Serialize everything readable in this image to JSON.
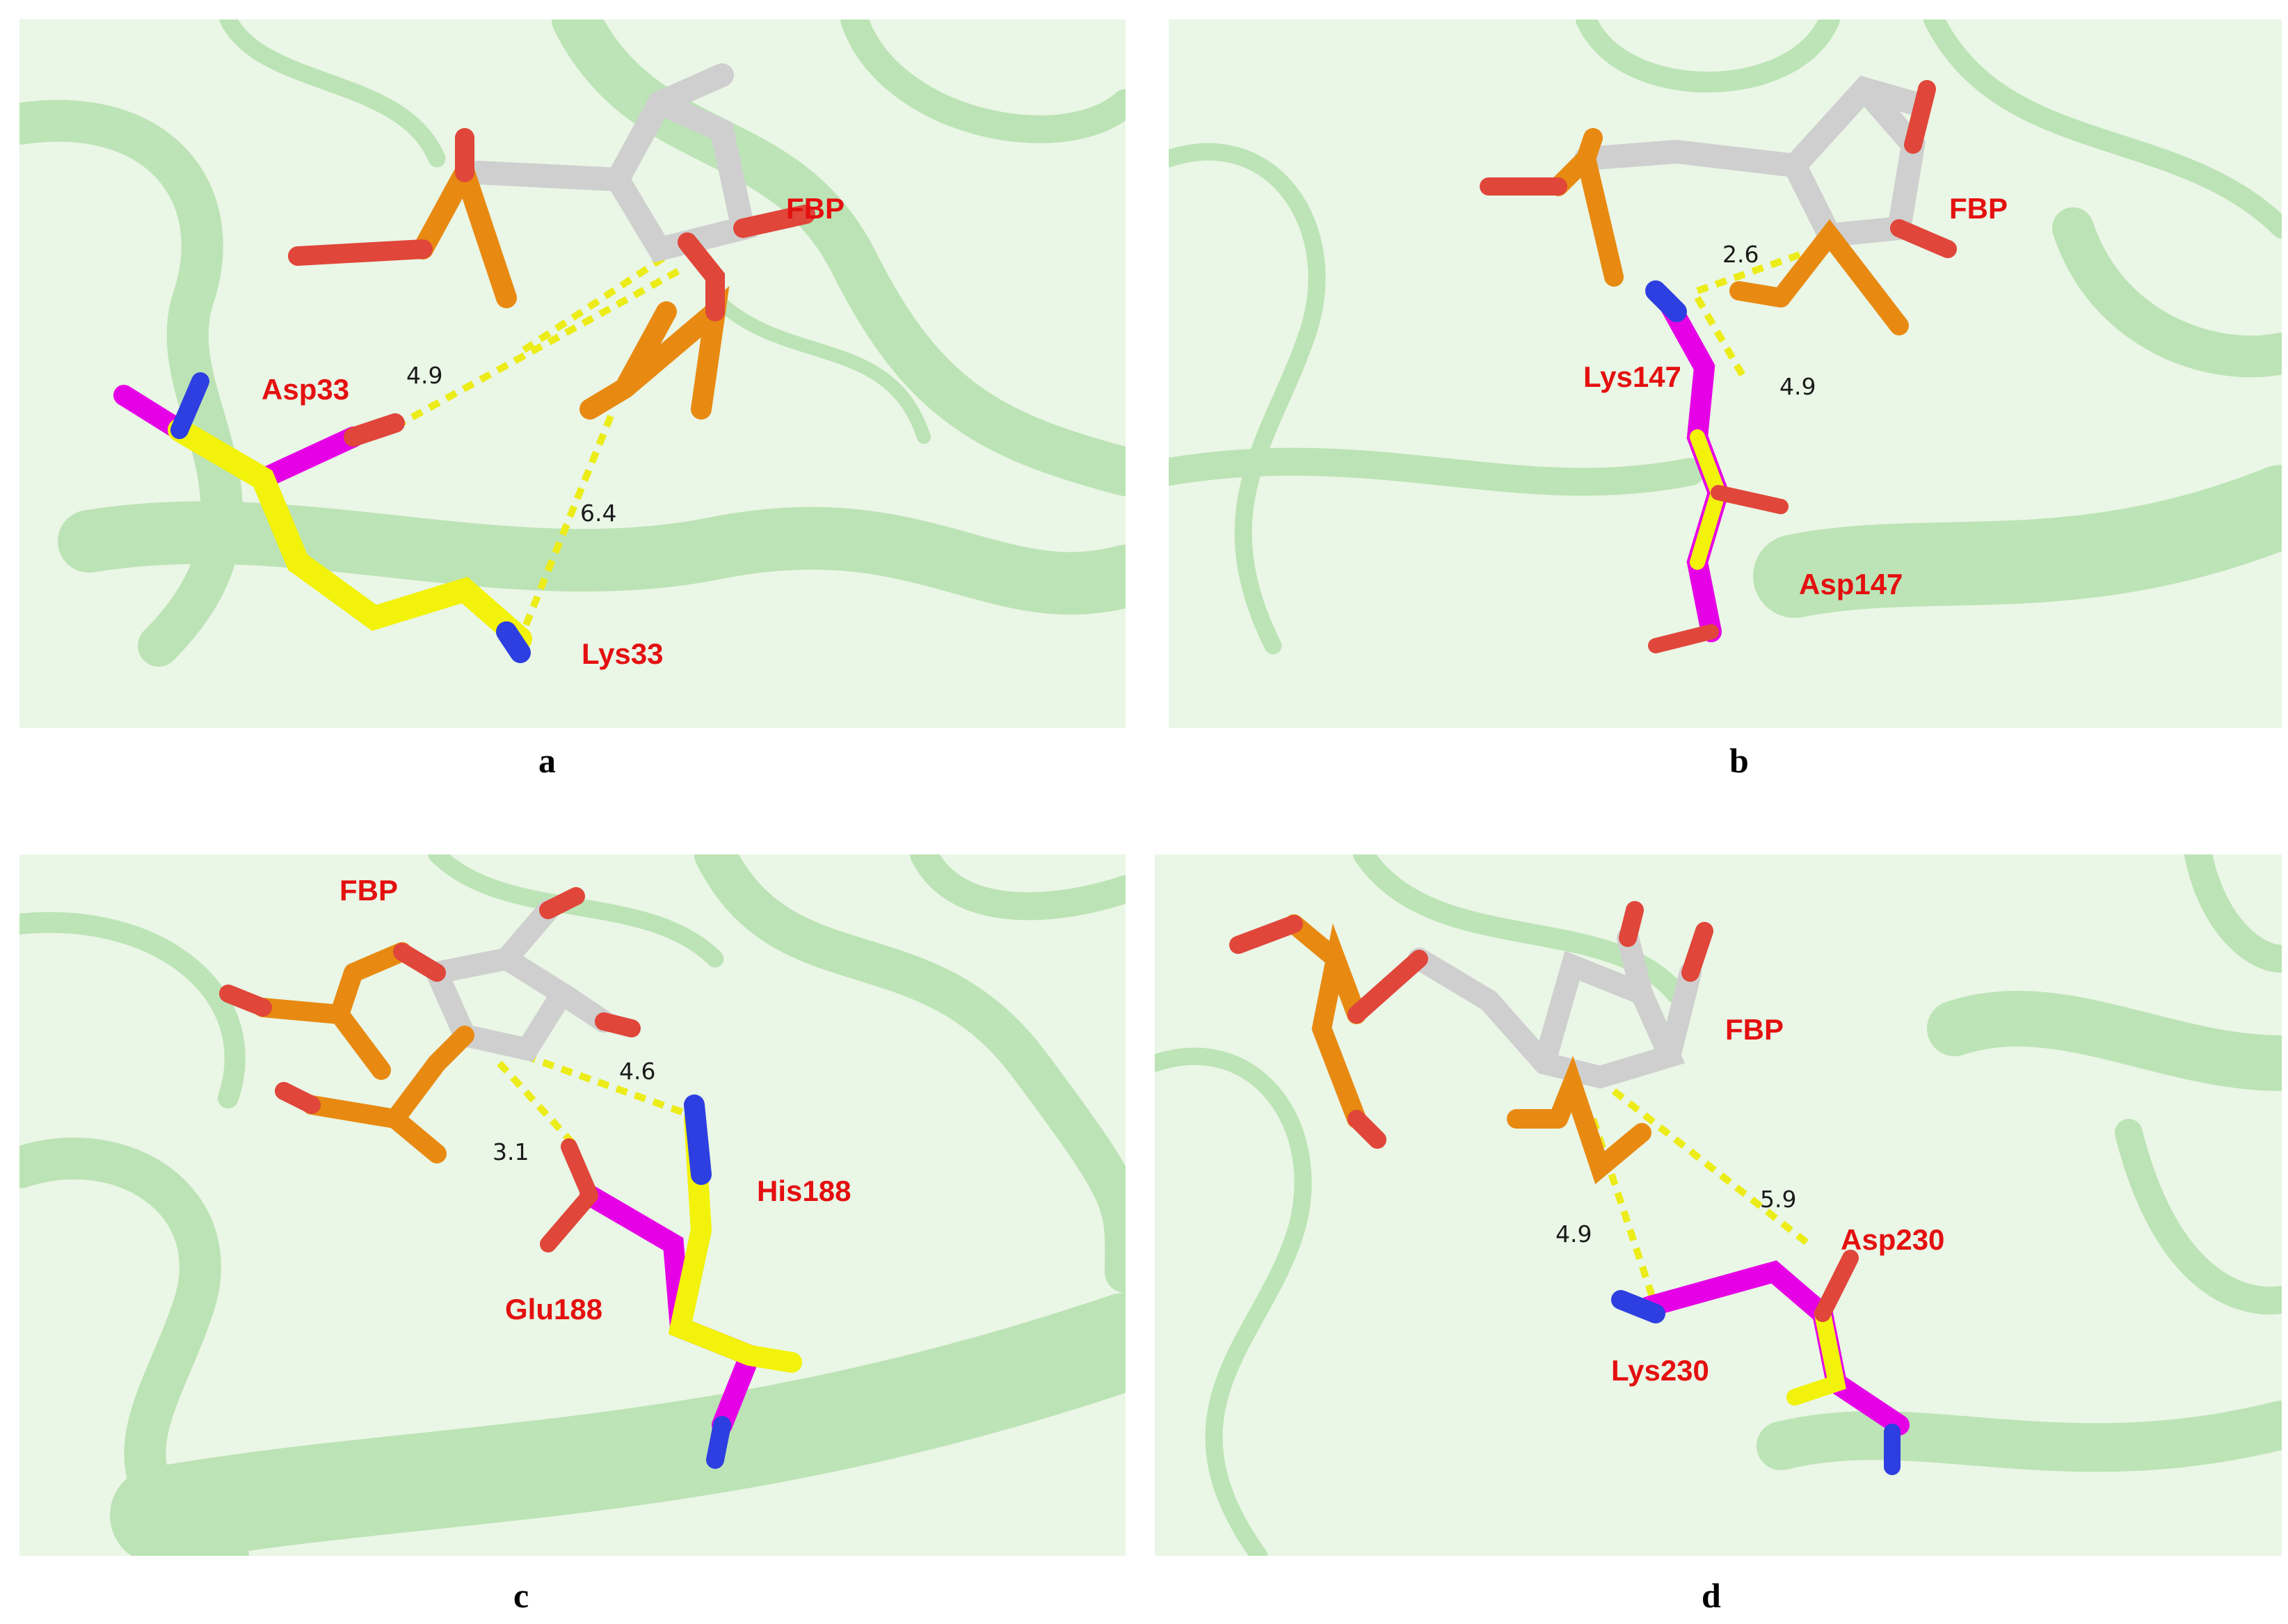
{
  "colors": {
    "protein": "#a8dba0",
    "carbon_fbp": "#cfcfcf",
    "oxygen": "#e0463a",
    "phosphorus": "#e88a12",
    "nitrogen": "#2d3fe0",
    "mutant_carbon": "#e600e6",
    "wildtype_carbon": "#f2f20a",
    "hbond": "#ecec18",
    "label": "#e41010"
  },
  "panels": [
    {
      "caption": "a",
      "labels": [
        "FBP",
        "Asp33",
        "Lys33"
      ],
      "distances": [
        "4.9",
        "6.4"
      ]
    },
    {
      "caption": "b",
      "labels": [
        "FBP",
        "Lys147",
        "Asp147"
      ],
      "distances": [
        "2.6",
        "4.9"
      ]
    },
    {
      "caption": "c",
      "labels": [
        "FBP",
        "His188",
        "Glu188"
      ],
      "distances": [
        "4.6",
        "3.1"
      ]
    },
    {
      "caption": "d",
      "labels": [
        "FBP",
        "Asp230",
        "Lys230"
      ],
      "distances": [
        "4.9",
        "5.9"
      ]
    }
  ]
}
